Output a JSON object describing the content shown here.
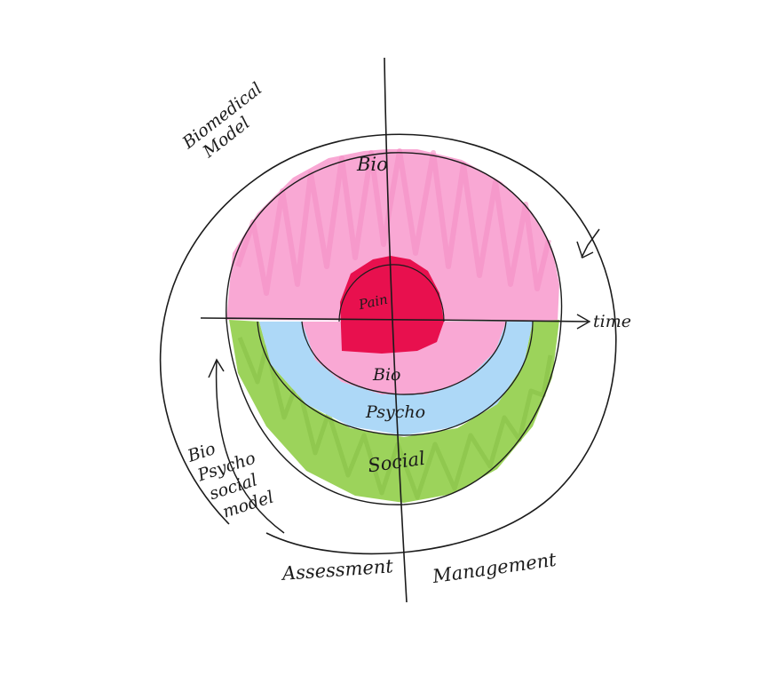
{
  "labels": {
    "biomedical_model": [
      "Biomedical",
      "Model"
    ],
    "biopsychosocial_model": [
      "Bio",
      "Psycho",
      "social",
      "model"
    ],
    "outer_bio": "Bio",
    "pain": "Pain",
    "inner_bio": "Bio",
    "psycho": "Psycho",
    "social": "Social",
    "time": "time",
    "assessment": "Assessment",
    "management": "Management"
  },
  "colors": {
    "bio_pink": "#f9a8d4",
    "pain_red": "#e8104e",
    "psycho_blue": "#add8f7",
    "social_green": "#9cd35b",
    "ink": "#1b1b1b"
  }
}
